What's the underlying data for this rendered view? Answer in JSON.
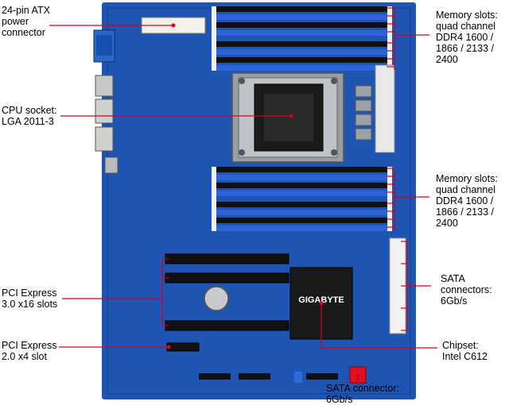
{
  "board": {
    "brand_label": "GIGABYTE"
  },
  "labels": {
    "atx": "24-pin ATX\npower\nconnector",
    "cpu": "CPU socket:\nLGA 2011-3",
    "pcie3": "PCI Express\n3.0 x16 slots",
    "pcie2": "PCI Express\n2.0 x4 slot",
    "mem_top": "Memory slots:\nquad channel\nDDR4 1600 /\n1866 / 2133 /\n2400",
    "mem_bottom": "Memory slots:\nquad channel\nDDR4 1600 /\n1866 / 2133 /\n2400",
    "sata_right": "SATA\nconnectors:\n6Gb/s",
    "chipset": "Chipset:\nIntel C612",
    "sata_bottom": "SATA connector:\n6Gb/s"
  },
  "colors": {
    "pcb": "#1e55b3",
    "pcb_dark": "#143f8f",
    "dimm_black": "#111111",
    "dimm_blue": "#2c63d8",
    "accent_red": "#d9001b",
    "heatsink": "#1a1a1a",
    "socket_metal": "#9a9ea3",
    "sata_white": "#f2f2f2",
    "sata_red": "#e01020"
  }
}
